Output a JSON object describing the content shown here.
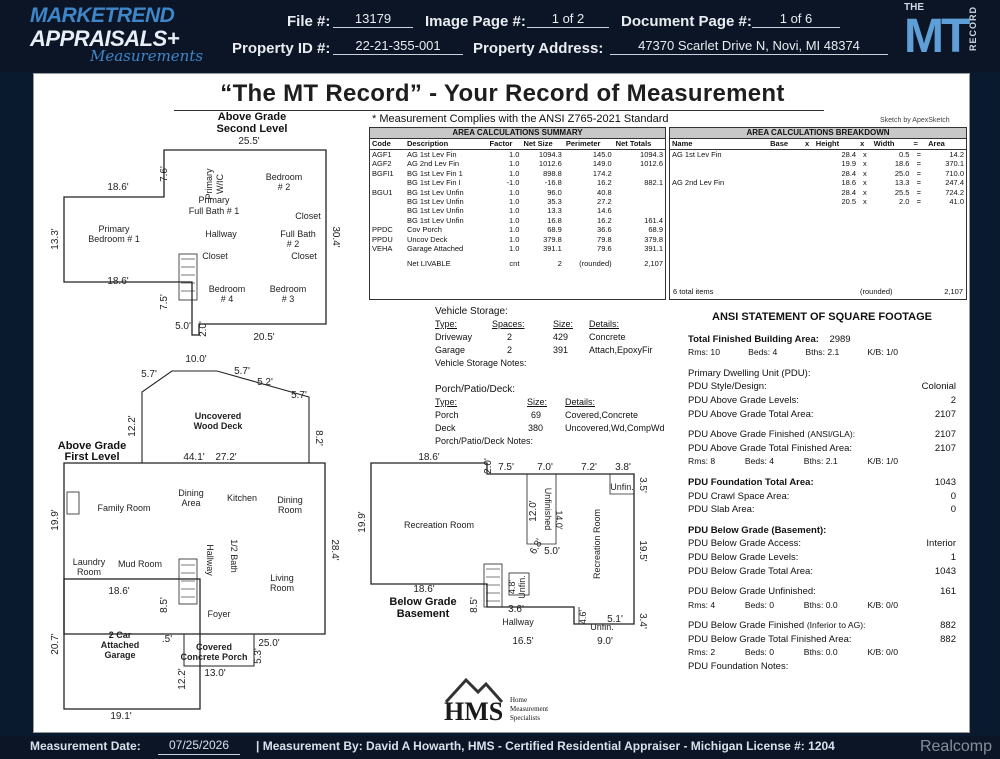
{
  "header": {
    "logo": {
      "line1": "MARKETREND",
      "line2": "APPRAISALS+",
      "line3": "Measurements"
    },
    "file_label": "File #:",
    "file_value": "13179",
    "image_page_label": "Image Page #:",
    "image_page_value": "1 of 2",
    "document_page_label": "Document Page #:",
    "document_page_value": "1 of 6",
    "property_id_label": "Property ID #:",
    "property_id_value": "22-21-355-001",
    "property_address_label": "Property Address:",
    "property_address_value": "47370 Scarlet Drive N, Novi, MI 48374",
    "mt_logo": {
      "top": "THE",
      "mark": "MT",
      "side": "RECORD"
    }
  },
  "title": "“The MT Record”  -  Your Record of Measurement",
  "compliance": "* Measurement Complies with the ANSI Z765-2021 Standard",
  "sketch_by": "Sketch by ApexSketch",
  "area_summary": {
    "title": "AREA CALCULATIONS SUMMARY",
    "headers": [
      "Code",
      "Description",
      "Factor",
      "Net Size",
      "Perimeter",
      "Net Totals"
    ],
    "rows": [
      [
        "AGF1",
        "AG 1st Lev Fin",
        "1.0",
        "1094.3",
        "145.0",
        "1094.3"
      ],
      [
        "AGF2",
        "AG 2nd Lev Fin",
        "1.0",
        "1012.6",
        "149.0",
        "1012.6"
      ],
      [
        "BGFI1",
        "BG 1st Lev Fin 1",
        "1.0",
        "898.8",
        "174.2",
        ""
      ],
      [
        "",
        "BG 1st Lev Fin I",
        "-1.0",
        "-16.8",
        "16.2",
        "882.1"
      ],
      [
        "BGU1",
        "BG 1st Lev Unfin",
        "1.0",
        "96.0",
        "40.8",
        ""
      ],
      [
        "",
        "BG 1st Lev Unfin",
        "1.0",
        "35.3",
        "27.2",
        ""
      ],
      [
        "",
        "BG 1st Lev Unfin",
        "1.0",
        "13.3",
        "14.6",
        ""
      ],
      [
        "",
        "BG 1st Lev Unfin",
        "1.0",
        "16.8",
        "16.2",
        "161.4"
      ],
      [
        "PPDC",
        "Cov Porch",
        "1.0",
        "68.9",
        "36.6",
        "68.9"
      ],
      [
        "PPDU",
        "Uncov Deck",
        "1.0",
        "379.8",
        "79.8",
        "379.8"
      ],
      [
        "VEHA",
        "Garage Attached",
        "1.0",
        "391.1",
        "79.6",
        "391.1"
      ]
    ],
    "net_label": "Net LIVABLE",
    "net_unit": "cnt",
    "net_count": "2",
    "net_rounded": "(rounded)",
    "net_total": "2,107"
  },
  "area_breakdown": {
    "title": "AREA CALCULATIONS BREAKDOWN",
    "headers": [
      "Name",
      "Base",
      "x",
      "Height",
      "x",
      "Width",
      "=",
      "Area"
    ],
    "rows": [
      [
        "AG 1st Lev Fin",
        "",
        "",
        "28.4",
        "x",
        "0.5",
        "=",
        "14.2"
      ],
      [
        "",
        "",
        "",
        "19.9",
        "x",
        "18.6",
        "=",
        "370.1"
      ],
      [
        "",
        "",
        "",
        "28.4",
        "x",
        "25.0",
        "=",
        "710.0"
      ],
      [
        "AG 2nd Lev Fin",
        "",
        "",
        "18.6",
        "x",
        "13.3",
        "=",
        "247.4"
      ],
      [
        "",
        "",
        "",
        "28.4",
        "x",
        "25.5",
        "=",
        "724.2"
      ],
      [
        "",
        "",
        "",
        "20.5",
        "x",
        "2.0",
        "=",
        "41.0"
      ]
    ],
    "footer_items": "6 total items",
    "footer_rounded": "(rounded)",
    "footer_total": "2,107"
  },
  "vehicle_storage": {
    "heading": "Vehicle Storage:",
    "headers": [
      "Type:",
      "Spaces:",
      "Size:",
      "Details:"
    ],
    "rows": [
      [
        "Driveway",
        "2",
        "429",
        "Concrete"
      ],
      [
        "Garage",
        "2",
        "391",
        "Attach,EpoxyFir"
      ]
    ],
    "notes": "Vehicle Storage Notes:"
  },
  "porch_deck": {
    "heading": "Porch/Patio/Deck:",
    "headers": [
      "Type:",
      "Size:",
      "Details:"
    ],
    "rows": [
      [
        "Porch",
        "69",
        "Covered,Concrete"
      ],
      [
        "Deck",
        "380",
        "Uncovered,Wd,CompWd"
      ]
    ],
    "notes": "Porch/Patio/Deck Notes:"
  },
  "ansi": {
    "title": "ANSI STATEMENT OF SQUARE FOOTAGE",
    "total_label": "Total Finished Building Area:",
    "total_value": "2989",
    "tot_rms": "Rms:  10",
    "tot_beds": "Beds:  4",
    "tot_bths": "Bths:  2.1",
    "tot_kb": "K/B:   1/0",
    "pdu_label": "Primary Dwelling Unit (PDU):",
    "style_label": "PDU Style/Design:",
    "style_value": "Colonial",
    "ag_levels_label": "PDU Above Grade Levels:",
    "ag_levels_value": "2",
    "ag_total_label": "PDU Above Grade Total Area:",
    "ag_total_value": "2107",
    "ag_fin_label": "PDU Above Grade Finished",
    "ag_fin_suffix": "(ANSI/GLA):",
    "ag_fin_value": "2107",
    "ag_totfin_label": "PDU Above Grade Total Finished Area:",
    "ag_totfin_value": "2107",
    "ag_rms": "Rms:  8",
    "ag_beds": "Beds:  4",
    "ag_bths": "Bths:  2.1",
    "ag_kb": "K/B:   1/0",
    "found_label": "PDU Foundation Total Area:",
    "found_value": "1043",
    "crawl_label": "PDU Crawl Space Area:",
    "crawl_value": "0",
    "slab_label": "PDU Slab Area:",
    "slab_value": "0",
    "bg_label": "PDU Below Grade (Basement):",
    "bg_access_label": "PDU Below Grade Access:",
    "bg_access_value": "Interior",
    "bg_levels_label": "PDU Below Grade Levels:",
    "bg_levels_value": "1",
    "bg_total_label": "PDU Below Grade Total Area:",
    "bg_total_value": "1043",
    "bg_unfin_label": "PDU Below Grade Unfinished:",
    "bg_unfin_value": "161",
    "u_rms": "Rms:  4",
    "u_beds": "Beds:  0",
    "u_bths": "Bths:  0.0",
    "u_kb": "K/B:   0/0",
    "bg_fin_label": "PDU Below Grade Finished",
    "bg_fin_suffix": "(Inferior to AG):",
    "bg_fin_value": "882",
    "bg_totfin_label": "PDU Below Grade Total Finished Area:",
    "bg_totfin_value": "882",
    "f_rms": "Rms:  2",
    "f_beds": "Beds:  0",
    "f_bths": "Bths:  0.0",
    "f_kb": "K/B:   0/0",
    "notes_label": "PDU Foundation Notes:"
  },
  "plans": {
    "second": {
      "title1": "Above Grade",
      "title2": "Second Level",
      "rooms": [
        "Primary",
        "W/IC",
        "Bedroom",
        "# 2",
        "Primary",
        "Full Bath # 1",
        "Primary",
        "Bedroom # 1",
        "Hallway",
        "Closet",
        "Full Bath",
        "# 2",
        "Closet",
        "Closet",
        "Bedroom",
        "# 4",
        "Bedroom",
        "# 3"
      ],
      "dims": [
        "25.5'",
        "7.6'",
        "18.6'",
        "13.3'",
        "18.6'",
        "7.5'",
        "30.4'",
        "5.0'",
        "2.0'",
        "20.5'"
      ]
    },
    "first": {
      "title1": "Above Grade",
      "title2": "First Level",
      "rooms": [
        "Uncovered",
        "Wood Deck",
        "Family Room",
        "Dining",
        "Area",
        "Kitchen",
        "Dining",
        "Room",
        "Laundry",
        "Room",
        "Mud Room",
        "Hallway",
        "1/2 Bath",
        "Living",
        "Room",
        "Foyer",
        "2 Car",
        "Attached",
        "Garage",
        "Covered",
        "Concrete Porch"
      ],
      "dims": [
        "10.0'",
        "5.7'",
        "5.7'",
        "5.2'",
        "5.7'",
        "12.2'",
        "8.2'",
        "44.1'",
        "27.2'",
        "19.9'",
        "28.4'",
        "18.6'",
        "8.5'",
        "20.7'",
        ".5'",
        "25.0'",
        "5.3'",
        "13.0'",
        "12.2'",
        "19.1'"
      ]
    },
    "basement": {
      "title1": "Below Grade",
      "title2": "Basement",
      "rooms": [
        "Recreation Room",
        "Unfinished",
        "14.0'",
        "Recreation Room",
        "Unfin.",
        "4.8'",
        "Unfin.",
        "Hallway",
        "4.6'",
        "Unfin."
      ],
      "dims": [
        "18.6'",
        "2.0'",
        "7.5'",
        "7.0'",
        "7.2'",
        "3.8'",
        "3.5'",
        "19.9'",
        "12.0'",
        "6.8'",
        "5.0'",
        "19.5'",
        "18.6'",
        "8.5'",
        "3.6'",
        "5.1'",
        "3.4'",
        "16.5'",
        "9.0'"
      ]
    }
  },
  "hms": {
    "mark": "HMS",
    "line1": "Home",
    "line2": "Measurement",
    "line3": "Specialists"
  },
  "footer": {
    "date_label": "Measurement Date:",
    "date_value": "07/25/2026",
    "by": "|   Measurement By: David A Howarth, HMS - Certified Residential Appraiser - Michigan License #: 1204",
    "watermark": "Realcomp"
  }
}
